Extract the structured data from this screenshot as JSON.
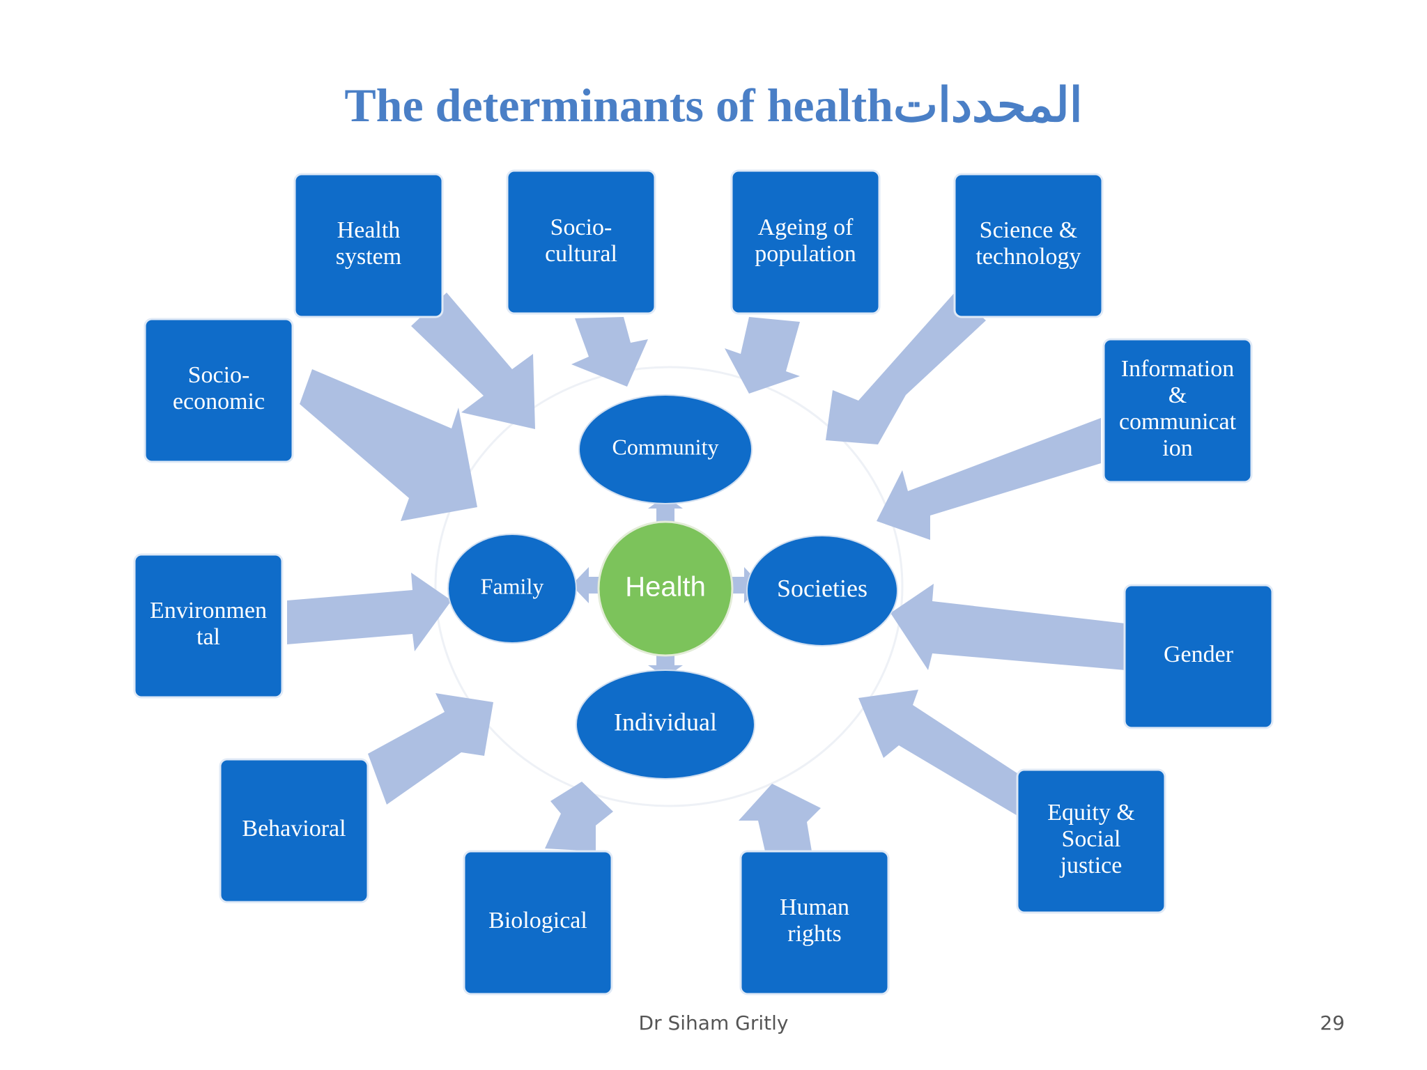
{
  "title": "The determinants of healthالمحددات",
  "center": {
    "label": "Health",
    "color": "#7cc35b"
  },
  "inner": {
    "community": "Community",
    "family": "Family",
    "societies": "Societies",
    "individual": "Individual"
  },
  "determinants": {
    "health_system": [
      "Health",
      "system"
    ],
    "socio_cultural": [
      "Socio-",
      "cultural"
    ],
    "ageing": [
      "Ageing of",
      "population"
    ],
    "science": [
      "Science &",
      "technology"
    ],
    "socio_economic": [
      "Socio-",
      "economic"
    ],
    "information": [
      "Information",
      "&",
      "communicat",
      "ion"
    ],
    "environmental": [
      "Environmen",
      "tal"
    ],
    "gender": [
      "Gender"
    ],
    "behavioral": [
      "Behavioral"
    ],
    "equity": [
      "Equity &",
      "Social",
      "justice"
    ],
    "biological": [
      "Biological"
    ],
    "human_rights": [
      "Human",
      "rights"
    ]
  },
  "colors": {
    "box": "#0f6cc9",
    "arrow": "#adbfe2",
    "title": "#4a7fc6",
    "health": "#7cc35b"
  },
  "footer": {
    "author": "Dr Siham Gritly",
    "page": "29"
  }
}
